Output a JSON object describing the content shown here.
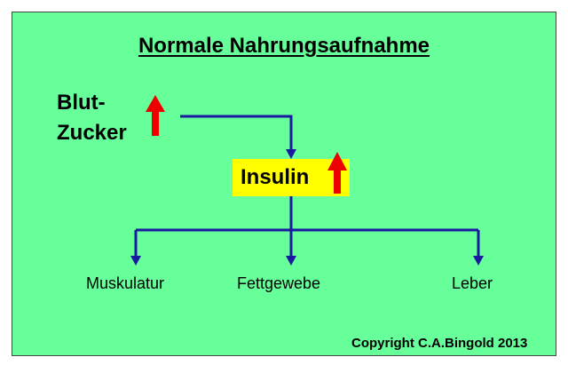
{
  "title": "Normale Nahrungsaufnahme",
  "source": {
    "line1": "Blut-",
    "line2": "Zucker",
    "trend_icon": "up-arrow-icon"
  },
  "hub": {
    "label": "Insulin",
    "trend_icon": "up-arrow-icon"
  },
  "targets": [
    "Muskulatur",
    "Fettgewebe",
    "Leber"
  ],
  "copyright": "Copyright C.A.Bingold 2013",
  "colors": {
    "background": "#66ff99",
    "arrows": "#1a1aa0",
    "trend_arrow": "#ee0000",
    "hub_fill": "#ffff00"
  }
}
